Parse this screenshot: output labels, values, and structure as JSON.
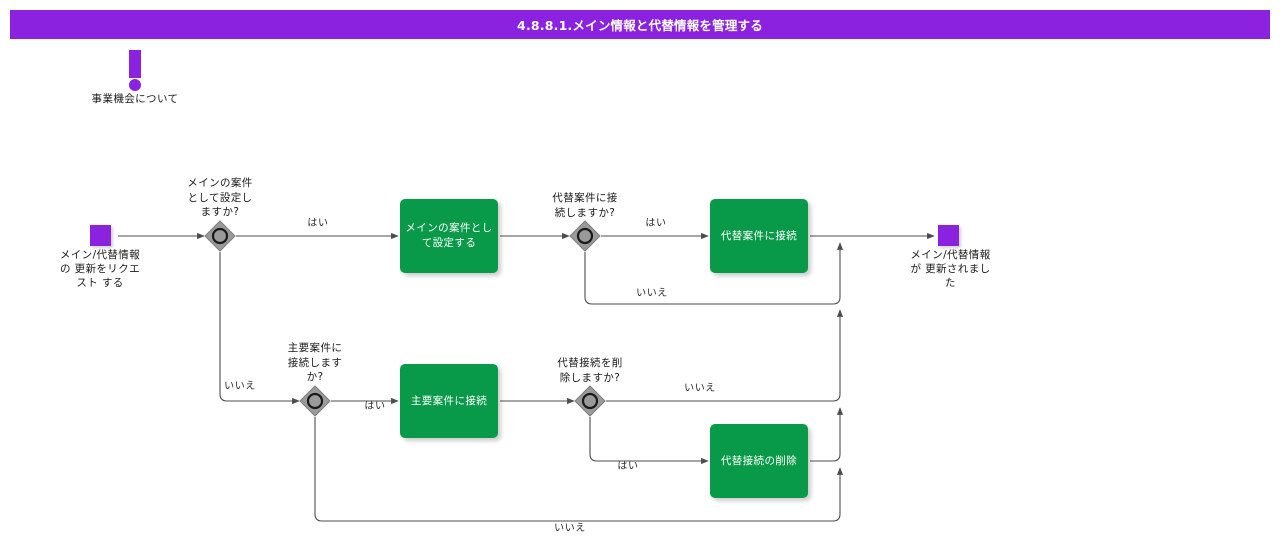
{
  "header": {
    "title": "4.8.8.1.メイン情報と代替情報を管理する",
    "bar_color": "#8a22e0",
    "text_color": "#ffffff"
  },
  "palette": {
    "task_green": "#089949",
    "event_purple": "#8a22e0",
    "gateway_gray": "#9a9a9a",
    "connector": "#4d4d4d"
  },
  "annotation": {
    "icon": "exclamation-mark-icon",
    "label": "事業機会について"
  },
  "nodes": {
    "start_event": {
      "type": "start-event",
      "icon": "purple-square-event-icon",
      "label": "メイン/代替情報\nの 更新をリクエ\nスト する"
    },
    "end_event": {
      "type": "end-event",
      "icon": "purple-square-event-icon",
      "label": "メイン/代替情報\nが 更新されまし\nた"
    },
    "gateway_1": {
      "type": "inclusive-gateway",
      "label": "メインの案件\nとして設定し\nますか?"
    },
    "gateway_2": {
      "type": "inclusive-gateway",
      "label": "代替案件に接\n続しますか?"
    },
    "gateway_3": {
      "type": "inclusive-gateway",
      "label": "主要案件に\n接続します\nか?"
    },
    "gateway_4": {
      "type": "inclusive-gateway",
      "label": "代替接続を削\n除しますか?"
    },
    "task_1": {
      "type": "task",
      "label": "メインの案件とし\nて設定する"
    },
    "task_2": {
      "type": "task",
      "label": "代替案件に接続"
    },
    "task_3": {
      "type": "task",
      "label": "主要案件に接続"
    },
    "task_4": {
      "type": "task",
      "label": "代替接続の削除"
    }
  },
  "edges": {
    "g1_yes": "はい",
    "g1_no": "いいえ",
    "g2_yes": "はい",
    "g2_no": "いいえ",
    "g3_yes": "はい",
    "g3_no": "いいえ",
    "g4_yes": "はい",
    "g4_no": "いいえ"
  }
}
